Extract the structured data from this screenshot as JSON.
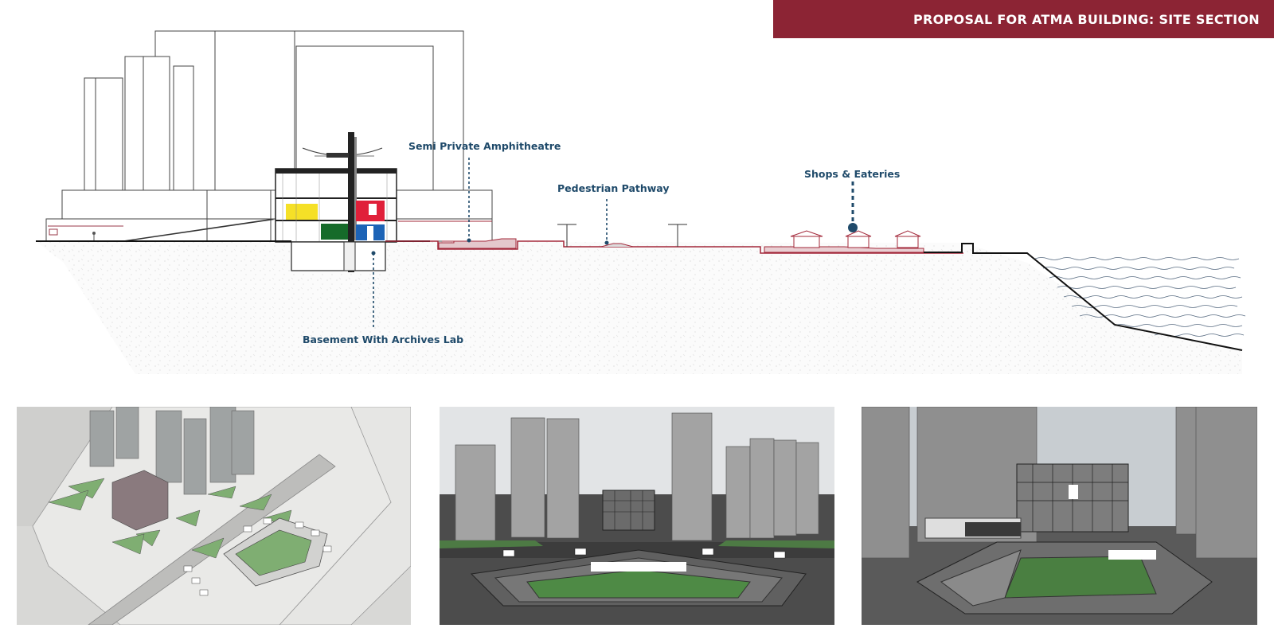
{
  "header": {
    "title": "PROPOSAL FOR ATMA BUILDING: SITE SECTION"
  },
  "section": {
    "annotations": [
      {
        "id": "amphitheatre",
        "text": "Semi Private Amphitheatre"
      },
      {
        "id": "pathway",
        "text": "Pedestrian Pathway"
      },
      {
        "id": "shops",
        "text": "Shops & Eateries"
      },
      {
        "id": "basement",
        "text": "Basement With Archives Lab"
      }
    ]
  },
  "colors": {
    "brand": "#8c2434",
    "annotation": "#1f4a6a",
    "site_line": "#a3283a",
    "yellow_room": "#f5e027",
    "red_room": "#e0203a",
    "green_room": "#166b2a",
    "blue_room": "#1c63b6"
  },
  "renders": [
    {
      "id": "aerial",
      "icon": "aerial-view-render"
    },
    {
      "id": "plaza",
      "icon": "plaza-view-render"
    },
    {
      "id": "courtyard",
      "icon": "courtyard-view-render"
    }
  ]
}
